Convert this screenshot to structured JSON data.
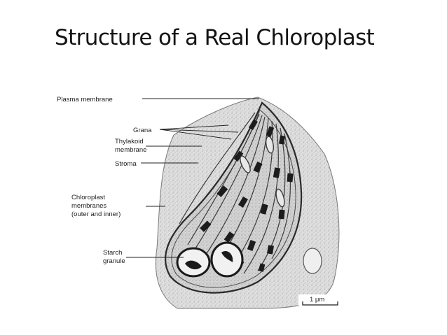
{
  "slide": {
    "title": "Structure of a Real Chloroplast"
  },
  "figure": {
    "labels": {
      "plasma_membrane": "Plasma membrane",
      "grana": "Grana",
      "thylakoid_line1": "Thylakoid",
      "thylakoid_line2": "membrane",
      "stroma": "Stroma",
      "chloroplast_line1": "Chloroplast",
      "chloroplast_line2": "membranes",
      "chloroplast_line3": "(outer and inner)",
      "starch_line1": "Starch",
      "starch_line2": "granule"
    },
    "scale_bar": "1 μm"
  }
}
